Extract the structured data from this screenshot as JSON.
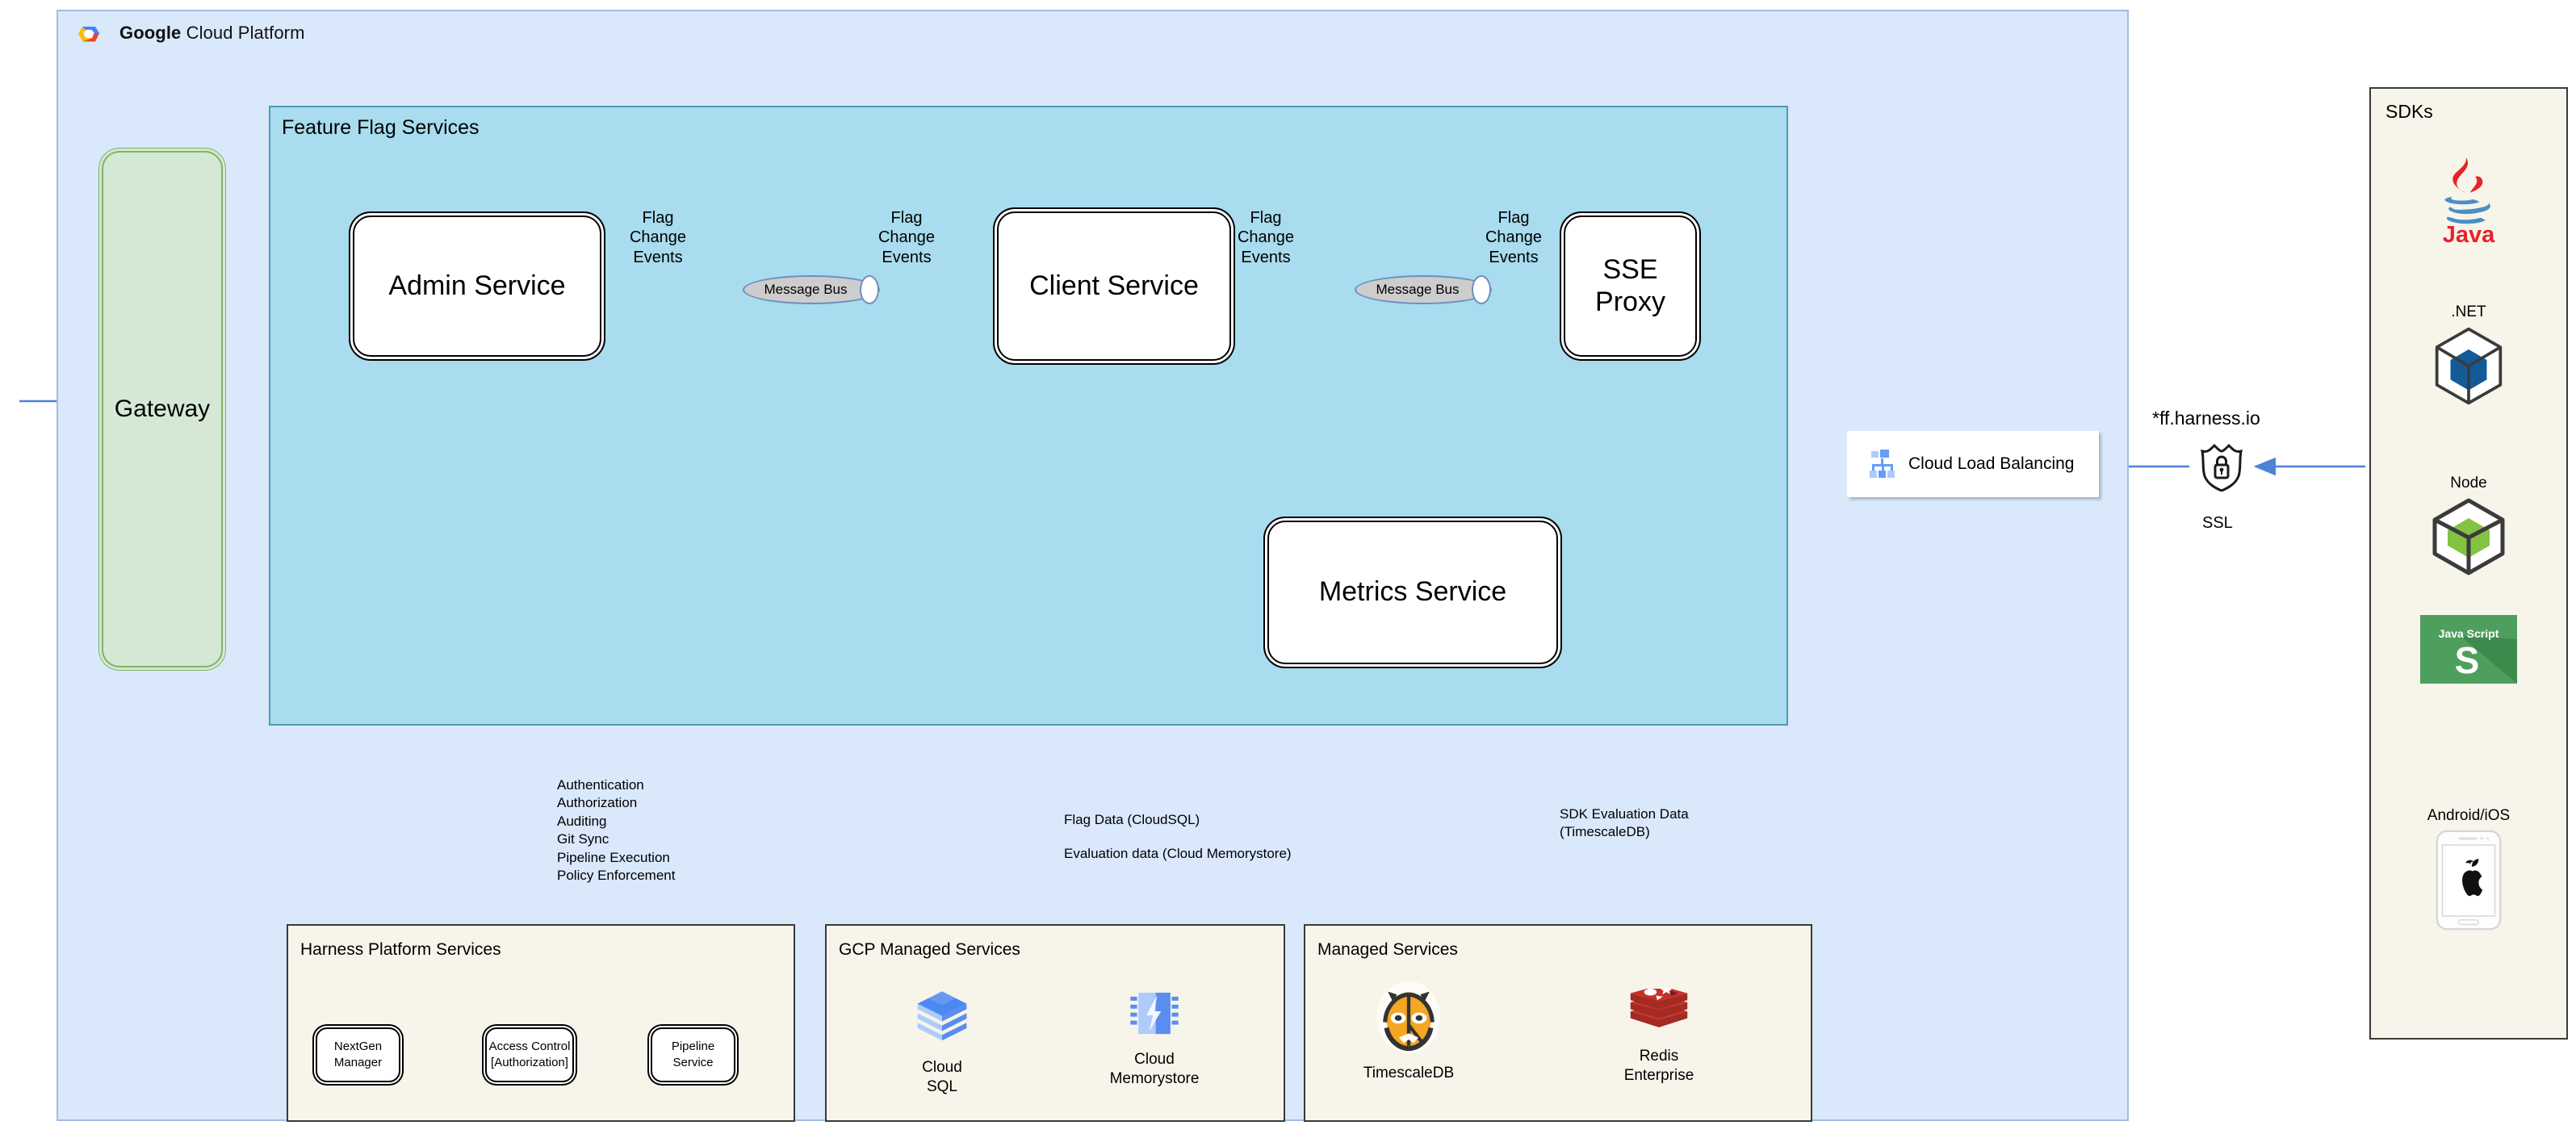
{
  "gcp": {
    "title_bold": "Google",
    "title_rest": " Cloud Platform",
    "logo_icon": "google-cloud-logo-icon"
  },
  "feature_flag_services": {
    "title": "Feature Flag Services",
    "services": [
      {
        "id": "admin-service",
        "label": "Admin Service"
      },
      {
        "id": "client-service",
        "label": "Client Service"
      },
      {
        "id": "sse-proxy",
        "label": "SSE\nProxy"
      },
      {
        "id": "metrics-service",
        "label": "Metrics Service"
      }
    ],
    "message_buses": [
      {
        "id": "msgbus-1",
        "label": "Message Bus"
      },
      {
        "id": "msgbus-2",
        "label": "Message Bus"
      }
    ],
    "edge_labels": [
      {
        "id": "fce-1",
        "text": "Flag\nChange\nEvents"
      },
      {
        "id": "fce-2",
        "text": "Flag\nChange\nEvents"
      },
      {
        "id": "fce-3",
        "text": "Flag\nChange\nEvents"
      },
      {
        "id": "fce-4",
        "text": "Flag\nChange\nEvents"
      }
    ]
  },
  "gateway": {
    "label": "Gateway"
  },
  "load_balancer": {
    "label": "Cloud Load Balancing",
    "icon": "cloud-load-balancing-icon"
  },
  "ssl": {
    "domain": "*ff.harness.io",
    "label": "SSL",
    "icon": "ssl-shield-lock-icon"
  },
  "sdks": {
    "title": "SDKs",
    "items": [
      {
        "caption": "",
        "icon": "java-logo-icon",
        "name": "Java"
      },
      {
        "caption": ".NET",
        "icon": "dotnet-cube-icon",
        "name": ".NET"
      },
      {
        "caption": "Node",
        "icon": "node-cube-icon",
        "name": "Node"
      },
      {
        "caption": "",
        "icon": "javascript-tile-icon",
        "name": "Java Script"
      },
      {
        "caption": "Android/iOS",
        "icon": "mobile-apple-icon",
        "name": "Android/iOS"
      }
    ],
    "javascript_tile_text_top": "Java Script",
    "javascript_tile_text_bottom": "S"
  },
  "annotations": {
    "harness": "Authentication\nAuthorization\nAuditing\nGit Sync\nPipeline Execution\nPolicy Enforcement",
    "gcp_managed": "Flag Data (CloudSQL)\nEvaluation data (Cloud Memorystore)",
    "managed": "SDK Evaluation Data\n(TimescaleDB)"
  },
  "bottom_panels": {
    "harness": {
      "title": "Harness Platform Services",
      "chips": [
        {
          "id": "chip-nextgen",
          "label": "NextGen Manager"
        },
        {
          "id": "chip-access",
          "label": "Access Control\n[Authorization]"
        },
        {
          "id": "chip-pipeline",
          "label": "Pipeline Service"
        }
      ]
    },
    "gcp_managed": {
      "title": "GCP Managed Services",
      "items": [
        {
          "caption": "Cloud\nSQL",
          "icon": "cloud-sql-icon"
        },
        {
          "caption": "Cloud\nMemorystore",
          "icon": "cloud-memorystore-icon"
        }
      ]
    },
    "managed": {
      "title": "Managed Services",
      "items": [
        {
          "caption": "TimescaleDB",
          "icon": "timescaledb-tiger-icon"
        },
        {
          "caption": "Redis\nEnterprise",
          "icon": "redis-logo-icon"
        }
      ]
    }
  },
  "colors": {
    "gcp_background": "#dae8fc",
    "gcp_border": "#a2bde0",
    "ffs_background": "#a8dcee",
    "ffs_border": "#4d9ab5",
    "panel_background": "#f7f4ea",
    "panel_border": "#3a3a3a",
    "gateway_fill": "#d5e8d4",
    "gateway_border": "#82b366",
    "arrow_blue": "#4d82d6",
    "arrow_black": "#000000",
    "message_bus_fill": "#cdcdcd",
    "message_bus_border": "#6c8ebf"
  }
}
